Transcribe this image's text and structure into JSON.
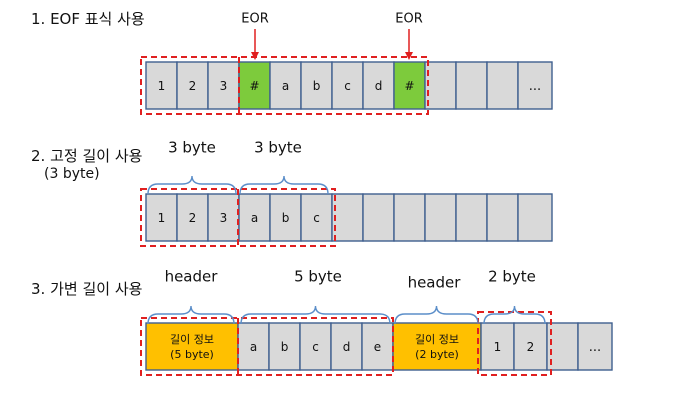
{
  "colors": {
    "cell_fill": "#d9d9d9",
    "cell_stroke": "#3f5f8f",
    "marker_fill": "#7dcb3c",
    "header_fill": "#ffc000",
    "dash": "#e02020",
    "brace": "#5b8ec9",
    "arrow": "#e02020"
  },
  "sections": [
    {
      "title": "1. EOF 표식 사용",
      "cells": [
        "1",
        "2",
        "3",
        "#",
        "a",
        "b",
        "c",
        "d",
        "#",
        "",
        "",
        "",
        "..."
      ],
      "marker_labels": [
        "EOR",
        "EOR"
      ]
    },
    {
      "title": "2. 고정 길이 사용",
      "subtitle": "(3 byte)",
      "cells": [
        "1",
        "2",
        "3",
        "a",
        "b",
        "c",
        "",
        "",
        "",
        "",
        "",
        "",
        ""
      ],
      "brace_labels": [
        "3 byte",
        "3 byte"
      ]
    },
    {
      "title": "3. 가변 길이 사용",
      "header_box_1": [
        "길이 정보",
        "(5 byte)"
      ],
      "header_box_2": [
        "길이 정보",
        "(2 byte)"
      ],
      "cells": [
        "a",
        "b",
        "c",
        "d",
        "e",
        "1",
        "2",
        "",
        "..."
      ],
      "brace_labels": [
        "header",
        "5 byte",
        "header",
        "2 byte"
      ]
    }
  ]
}
